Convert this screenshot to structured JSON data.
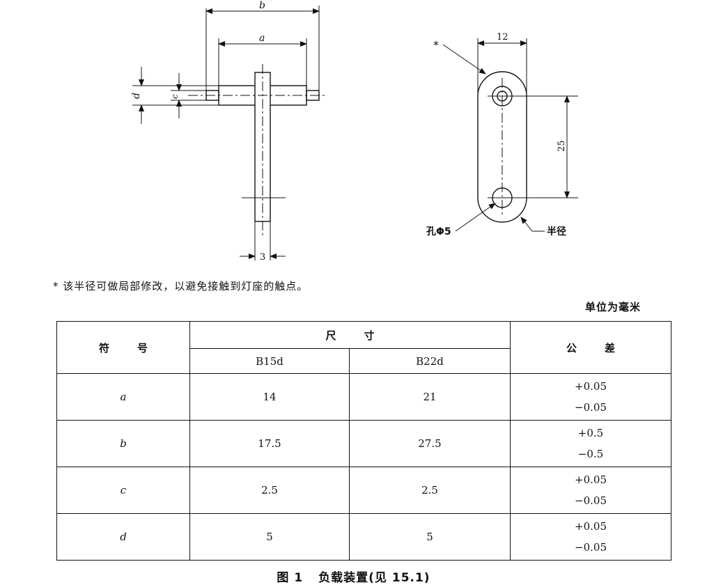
{
  "drawing": {
    "left_labels": {
      "b": "b",
      "a": "a",
      "d": "d",
      "c": "c",
      "thickness": "3"
    },
    "right_labels": {
      "width": "12",
      "distance": "25",
      "asterisk": "*",
      "hole": "孔Φ5",
      "radius": "半径"
    }
  },
  "note": "* 该半径可做局部修改，以避免接触到灯座的触点。",
  "unit": "单位为毫米",
  "table": {
    "header": {
      "symbol": "符号",
      "size": "尺寸",
      "tolerance": "公差",
      "b15d": "B15d",
      "b22d": "B22d"
    },
    "rows": [
      {
        "symbol": "a",
        "b15d": "14",
        "b22d": "21",
        "tol_plus": "+0.05",
        "tol_minus": "−0.05"
      },
      {
        "symbol": "b",
        "b15d": "17.5",
        "b22d": "27.5",
        "tol_plus": "+0.5",
        "tol_minus": "−0.5"
      },
      {
        "symbol": "c",
        "b15d": "2.5",
        "b22d": "2.5",
        "tol_plus": "+0.05",
        "tol_minus": "−0.05"
      },
      {
        "symbol": "d",
        "b15d": "5",
        "b22d": "5",
        "tol_plus": "+0.05",
        "tol_minus": "−0.05"
      }
    ]
  },
  "caption": {
    "number": "图 1",
    "text": "负载装置(见 15.1)"
  },
  "colors": {
    "ink": "#111111",
    "paper": "#ffffff"
  }
}
